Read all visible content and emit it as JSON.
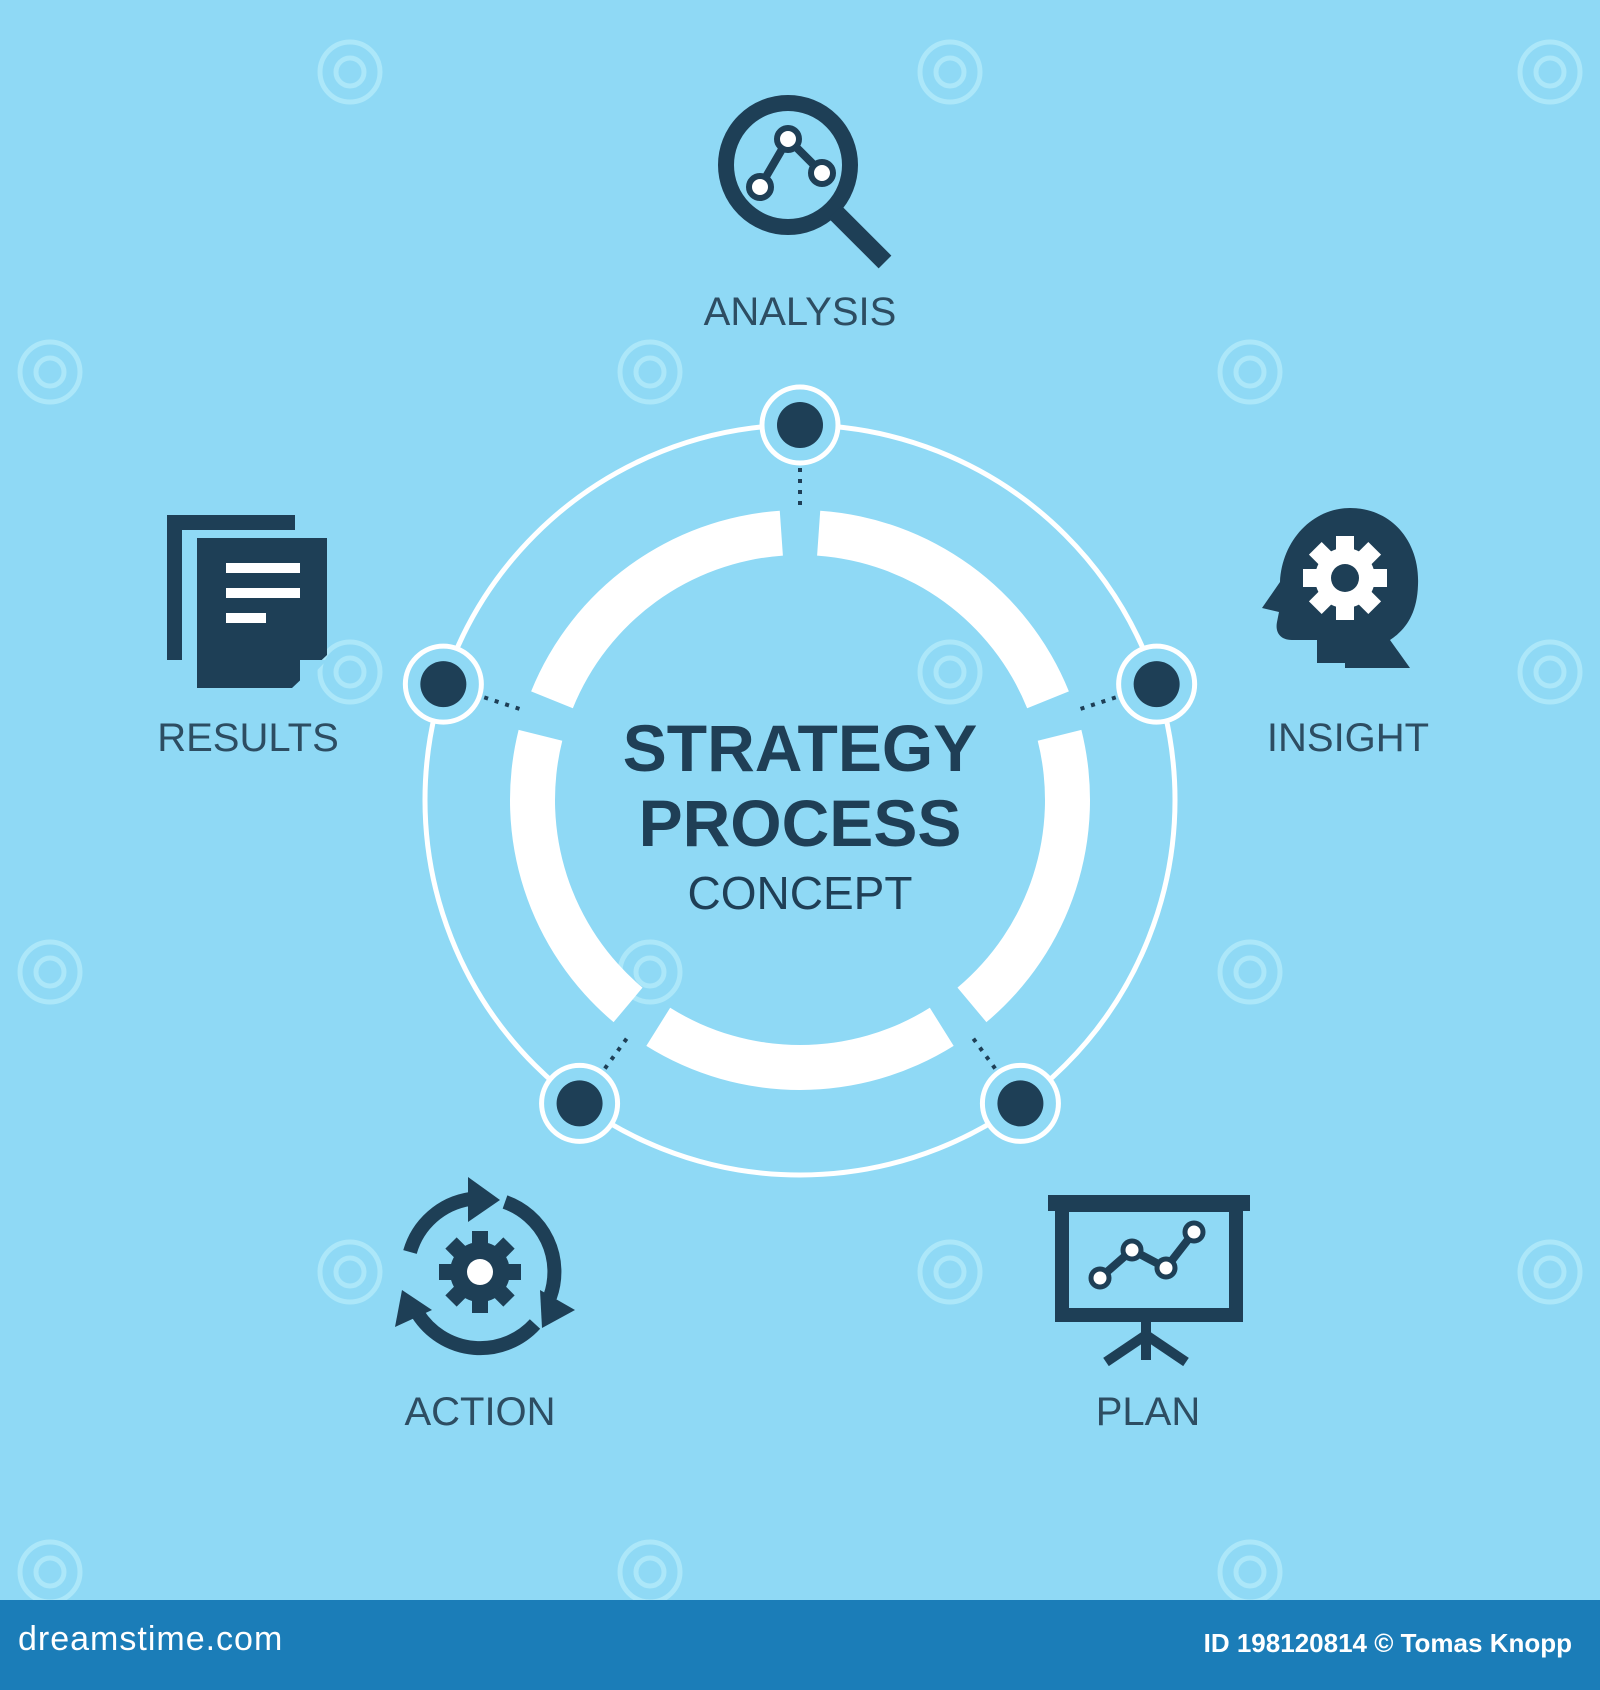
{
  "title_line1": "STRATEGY",
  "title_line2": "PROCESS",
  "subtitle": "CONCEPT",
  "stages": [
    {
      "label": "ANALYSIS",
      "icon": "magnifier-icon"
    },
    {
      "label": "INSIGHT",
      "icon": "head-gear-icon"
    },
    {
      "label": "PLAN",
      "icon": "presentation-chart-icon"
    },
    {
      "label": "ACTION",
      "icon": "cycle-gear-icon"
    },
    {
      "label": "RESULTS",
      "icon": "documents-icon"
    }
  ],
  "footer": {
    "site": "dreamstime.com",
    "credit": "ID 198120814 © Tomas Knopp"
  },
  "colors": {
    "background": "#8fd9f5",
    "dark": "#1e3f56",
    "ring": "#ffffff",
    "footer": "#1b7db8"
  }
}
